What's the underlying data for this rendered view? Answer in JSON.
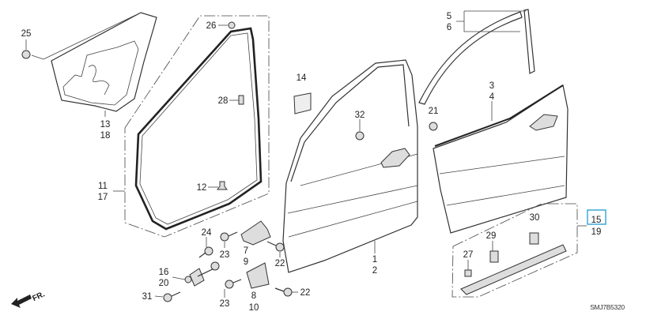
{
  "diagram": {
    "title_code": "SMJ7B5320",
    "direction_label": "FR.",
    "highlight_color": "#3fa9d6",
    "highlighted_part": "15",
    "callouts": {
      "c1": "1",
      "c2": "2",
      "c3": "3",
      "c4": "4",
      "c5": "5",
      "c6": "6",
      "c7": "7",
      "c8": "8",
      "c9": "9",
      "c10": "10",
      "c11": "11",
      "c12": "12",
      "c13": "13",
      "c14": "14",
      "c15": "15",
      "c16": "16",
      "c17": "17",
      "c18": "18",
      "c19": "19",
      "c20": "20",
      "c21": "21",
      "c22a": "22",
      "c22b": "22",
      "c23a": "23",
      "c23b": "23",
      "c24": "24",
      "c25": "25",
      "c26": "26",
      "c27": "27",
      "c28": "28",
      "c29": "29",
      "c30": "30",
      "c31": "31",
      "c32": "32"
    }
  }
}
